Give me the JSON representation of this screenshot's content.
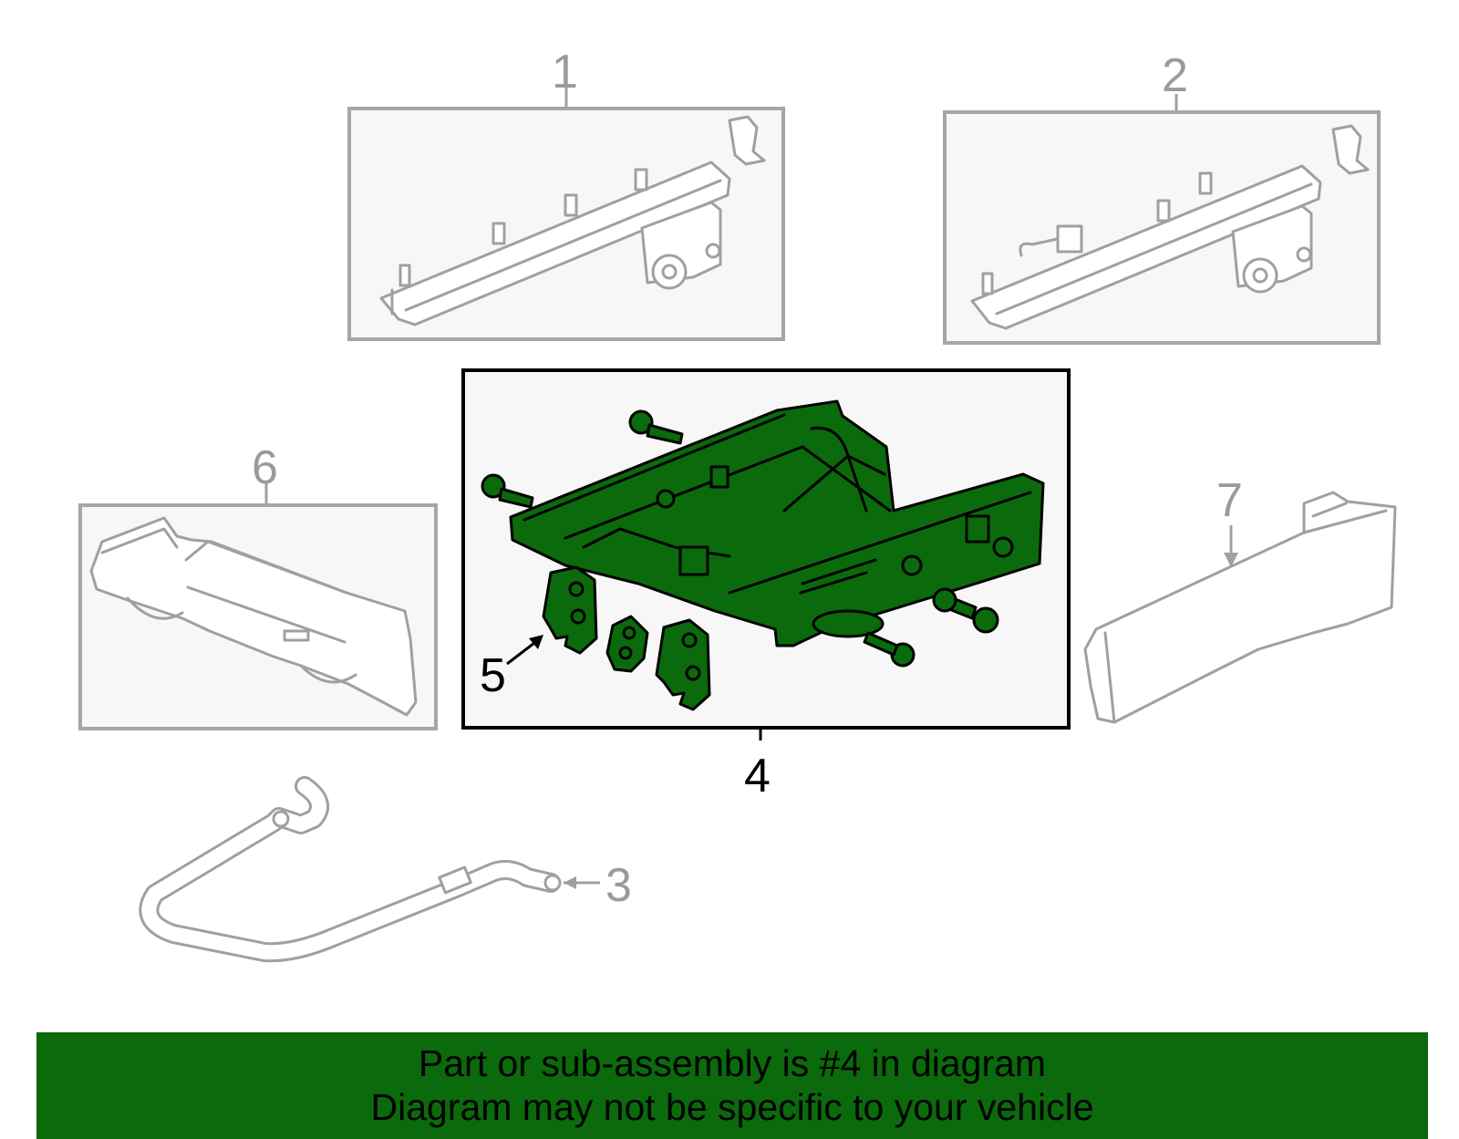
{
  "callouts": {
    "c1": "1",
    "c2": "2",
    "c3": "3",
    "c4": "4",
    "c5": "5",
    "c6": "6",
    "c7": "7"
  },
  "banner": {
    "line1": "Part or sub-assembly is #4 in diagram",
    "line2": "Diagram may not be specific to your vehicle"
  },
  "colors": {
    "highlight": "#0b6a0b",
    "part_outline": "#a0a0a0",
    "box_fill": "#f7f7f7"
  }
}
